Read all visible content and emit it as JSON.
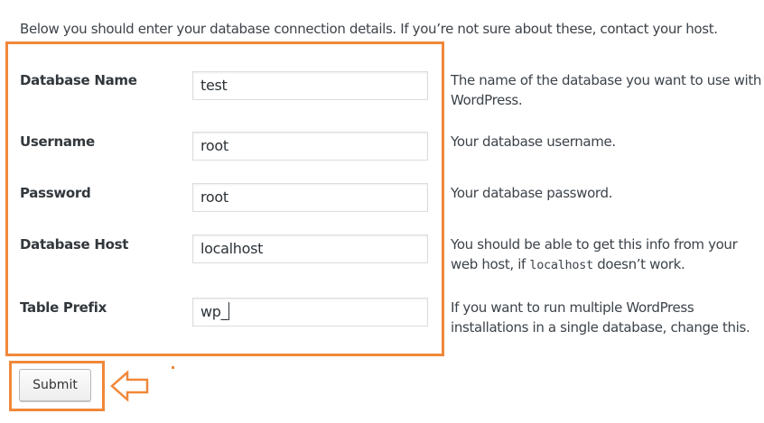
{
  "intro_text": "Below you should enter your database connection details. If you’re not sure about these, contact your host.",
  "fields": [
    {
      "label": "Database Name",
      "value": "test",
      "description": "The name of the database you want to use with WordPress."
    },
    {
      "label": "Username",
      "value": "root",
      "description": "Your database username."
    },
    {
      "label": "Password",
      "value": "root",
      "description": "Your database password."
    },
    {
      "label": "Database Host",
      "value": "localhost",
      "description_before": "You should be able to get this info from your web host, if ",
      "description_code": "localhost",
      "description_after": " doesn’t work."
    },
    {
      "label": "Table Prefix",
      "value": "wp_",
      "description": "If you want to run multiple WordPress installations in a single database, change this."
    }
  ],
  "submit_label": "Submit",
  "accent_color": "#f0883a",
  "icons": {
    "pointer": "left-arrow-icon"
  }
}
